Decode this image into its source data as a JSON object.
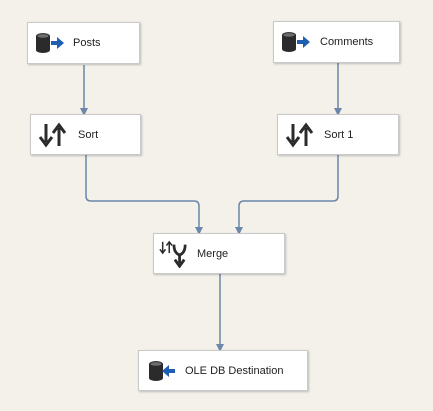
{
  "nodes": {
    "posts": {
      "label": "Posts",
      "icon": "database-source-icon"
    },
    "comments": {
      "label": "Comments",
      "icon": "database-source-icon"
    },
    "sort": {
      "label": "Sort",
      "icon": "sort-icon"
    },
    "sort1": {
      "label": "Sort 1",
      "icon": "sort-icon"
    },
    "merge": {
      "label": "Merge",
      "icon": "merge-icon"
    },
    "destination": {
      "label": "OLE DB Destination",
      "icon": "database-destination-icon"
    }
  },
  "colors": {
    "background": "#f3f1ea",
    "connector": "#6b87a9",
    "arrow_blue": "#1f5fb0",
    "icon_dark": "#2b2b2b"
  }
}
